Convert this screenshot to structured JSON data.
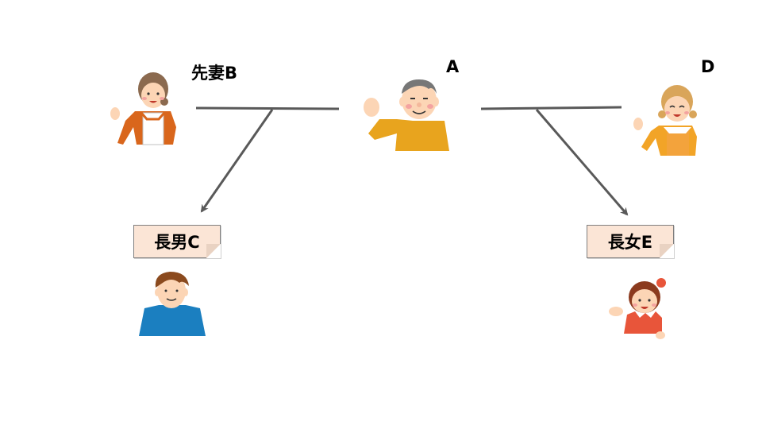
{
  "people": {
    "a": {
      "label": "A"
    },
    "b": {
      "label": "先妻B"
    },
    "c": {
      "label": "長男C"
    },
    "d": {
      "label": "D"
    },
    "e": {
      "label": "長女E"
    }
  },
  "colors": {
    "line": "#595959",
    "label_box_fill": "#fbe5d6",
    "skin": "#fcd5b5",
    "shirt_a": "#e8a41e",
    "shirt_b": "#d9661c",
    "shirt_c": "#1b7fc0",
    "shirt_d": "#f2a427",
    "shirt_e": "#e8553a"
  }
}
